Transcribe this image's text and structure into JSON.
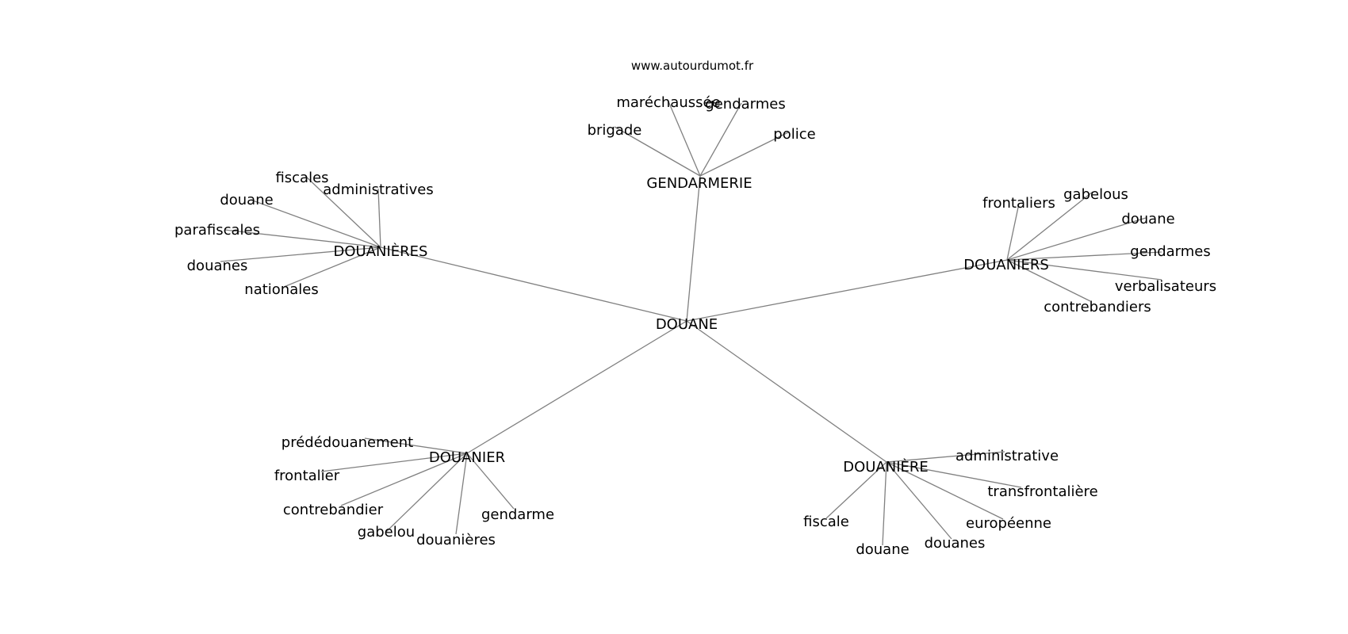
{
  "source": "www.autourdumot.fr",
  "colors": {
    "edge": "#808080",
    "text": "#000000",
    "background": "#ffffff"
  },
  "diagram": {
    "root": "DOUANE",
    "branches": [
      {
        "label": "GENDARMERIE",
        "children": [
          "brigade",
          "maréchaussée",
          "gendarmes",
          "police"
        ]
      },
      {
        "label": "DOUANIÈRES",
        "children": [
          "fiscales",
          "administratives",
          "douane",
          "parafiscales",
          "douanes",
          "nationales"
        ]
      },
      {
        "label": "DOUANIERS",
        "children": [
          "frontaliers",
          "gabelous",
          "douane",
          "gendarmes",
          "verbalisateurs",
          "contrebandiers"
        ]
      },
      {
        "label": "DOUANIER",
        "children": [
          "prédédouanement",
          "frontalier",
          "contrebandier",
          "gabelou",
          "douanières",
          "gendarme"
        ]
      },
      {
        "label": "DOUANIÈRE",
        "children": [
          "administrative",
          "transfrontalière",
          "européenne",
          "douanes",
          "douane",
          "fiscale"
        ]
      }
    ]
  }
}
